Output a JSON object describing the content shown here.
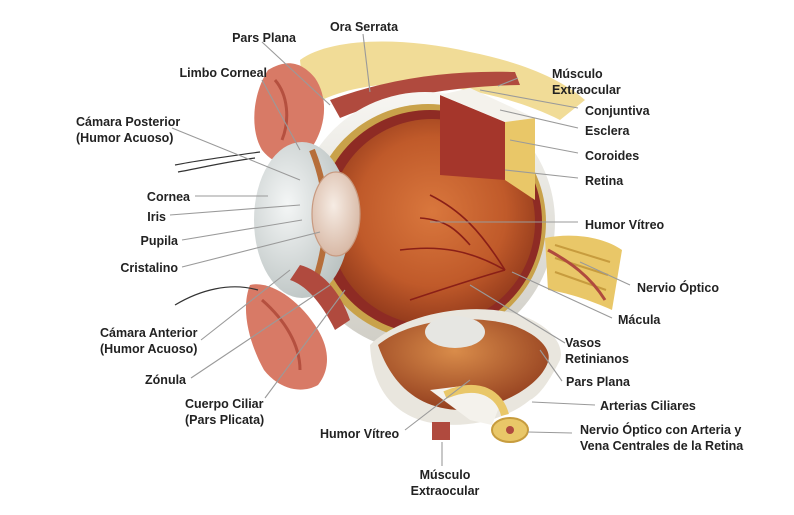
{
  "colors": {
    "sclera": "#ecebe5",
    "vitreous": "#c05a2a",
    "retina_red": "#9b2f25",
    "fat": "#f1dc97",
    "muscle": "#b04a3e",
    "optic_nerve": "#e9c768",
    "leader": "#9a9a9a",
    "label_text": "#222222"
  },
  "labels": {
    "pars_plana_top": "Pars Plana",
    "ora_serrata": "Ora Serrata",
    "limbo_corneal": "Limbo Corneal",
    "musculo_extraocular_top": [
      "Músculo",
      "Extraocular"
    ],
    "camara_posterior": [
      "Cámara Posterior",
      "(Humor Acuoso)"
    ],
    "conjuntiva": "Conjuntiva",
    "esclera": "Esclera",
    "coroides": "Coroides",
    "retina": "Retina",
    "cornea": "Cornea",
    "iris": "Iris",
    "humor_vitreo_right": "Humor Vítreo",
    "pupila": "Pupila",
    "cristalino": "Cristalino",
    "nervio_optico": "Nervio Óptico",
    "macula": "Mácula",
    "camara_anterior": [
      "Cámara Anterior",
      "(Humor Acuoso)"
    ],
    "vasos_retinianos": [
      "Vasos",
      "Retinianos"
    ],
    "zonula": "Zónula",
    "pars_plana_bottom": "Pars Plana",
    "cuerpo_ciliar": [
      "Cuerpo Ciliar",
      "(Pars Plicata)"
    ],
    "arterias_ciliares": "Arterias Ciliares",
    "humor_vitreo_bottom": "Humor Vítreo",
    "nervio_optico_arteria": [
      "Nervio Óptico con Arteria y",
      "Vena Centrales de la Retina"
    ],
    "musculo_extraocular_bottom": [
      "Músculo",
      "Extraocular"
    ]
  }
}
